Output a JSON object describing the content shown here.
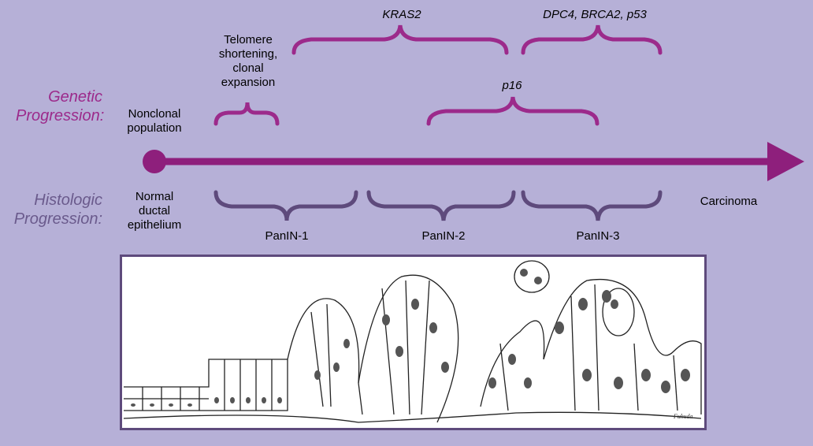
{
  "colors": {
    "background": "#b6b0d7",
    "genetic": "#9c2a8b",
    "histologic": "#5e4a7c",
    "axis": "#8e1f7c"
  },
  "side_labels": {
    "genetic": [
      "Genetic",
      "Progression:"
    ],
    "histologic": [
      "Histologic",
      "Progression:"
    ]
  },
  "genetic": {
    "telomere": [
      "Telomere",
      "shortening,",
      "clonal",
      "expansion"
    ],
    "kras": "KRAS2",
    "late": "DPC4, BRCA2, p53",
    "p16": "p16"
  },
  "stages": {
    "start_genetic": [
      "Nonclonal",
      "population"
    ],
    "start_histologic": [
      "Normal",
      "ductal",
      "epithelium"
    ],
    "panin1": "PanIN-1",
    "panin2": "PanIN-2",
    "panin3": "PanIN-3",
    "end": "Carcinoma"
  },
  "illustration": {
    "signature": "Fukuda"
  },
  "icons": {
    "start_marker": "circle",
    "end_marker": "arrowhead"
  }
}
